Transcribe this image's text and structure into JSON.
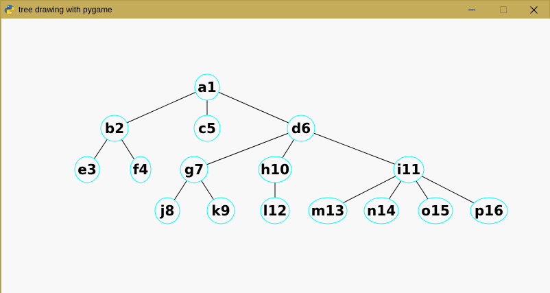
{
  "window": {
    "title": "tree drawing with pygame",
    "controls": [
      "minimize-icon",
      "maximize-icon",
      "close-icon"
    ]
  },
  "colors": {
    "titlebar": "#c4ac5b",
    "canvas": "#f8f8f8",
    "node_outline": "#00ffff",
    "edge": "#000000",
    "label": "#000000"
  },
  "tree": {
    "nodes": [
      "a1",
      "b2",
      "c5",
      "d6",
      "e3",
      "f4",
      "g7",
      "h10",
      "i11",
      "j8",
      "k9",
      "l12",
      "m13",
      "n14",
      "o15",
      "p16"
    ],
    "edges": [
      [
        "a1",
        "b2"
      ],
      [
        "a1",
        "c5"
      ],
      [
        "a1",
        "d6"
      ],
      [
        "b2",
        "e3"
      ],
      [
        "b2",
        "f4"
      ],
      [
        "d6",
        "g7"
      ],
      [
        "d6",
        "h10"
      ],
      [
        "d6",
        "i11"
      ],
      [
        "g7",
        "j8"
      ],
      [
        "g7",
        "k9"
      ],
      [
        "h10",
        "l12"
      ],
      [
        "i11",
        "m13"
      ],
      [
        "i11",
        "n14"
      ],
      [
        "i11",
        "o15"
      ],
      [
        "i11",
        "p16"
      ]
    ]
  }
}
